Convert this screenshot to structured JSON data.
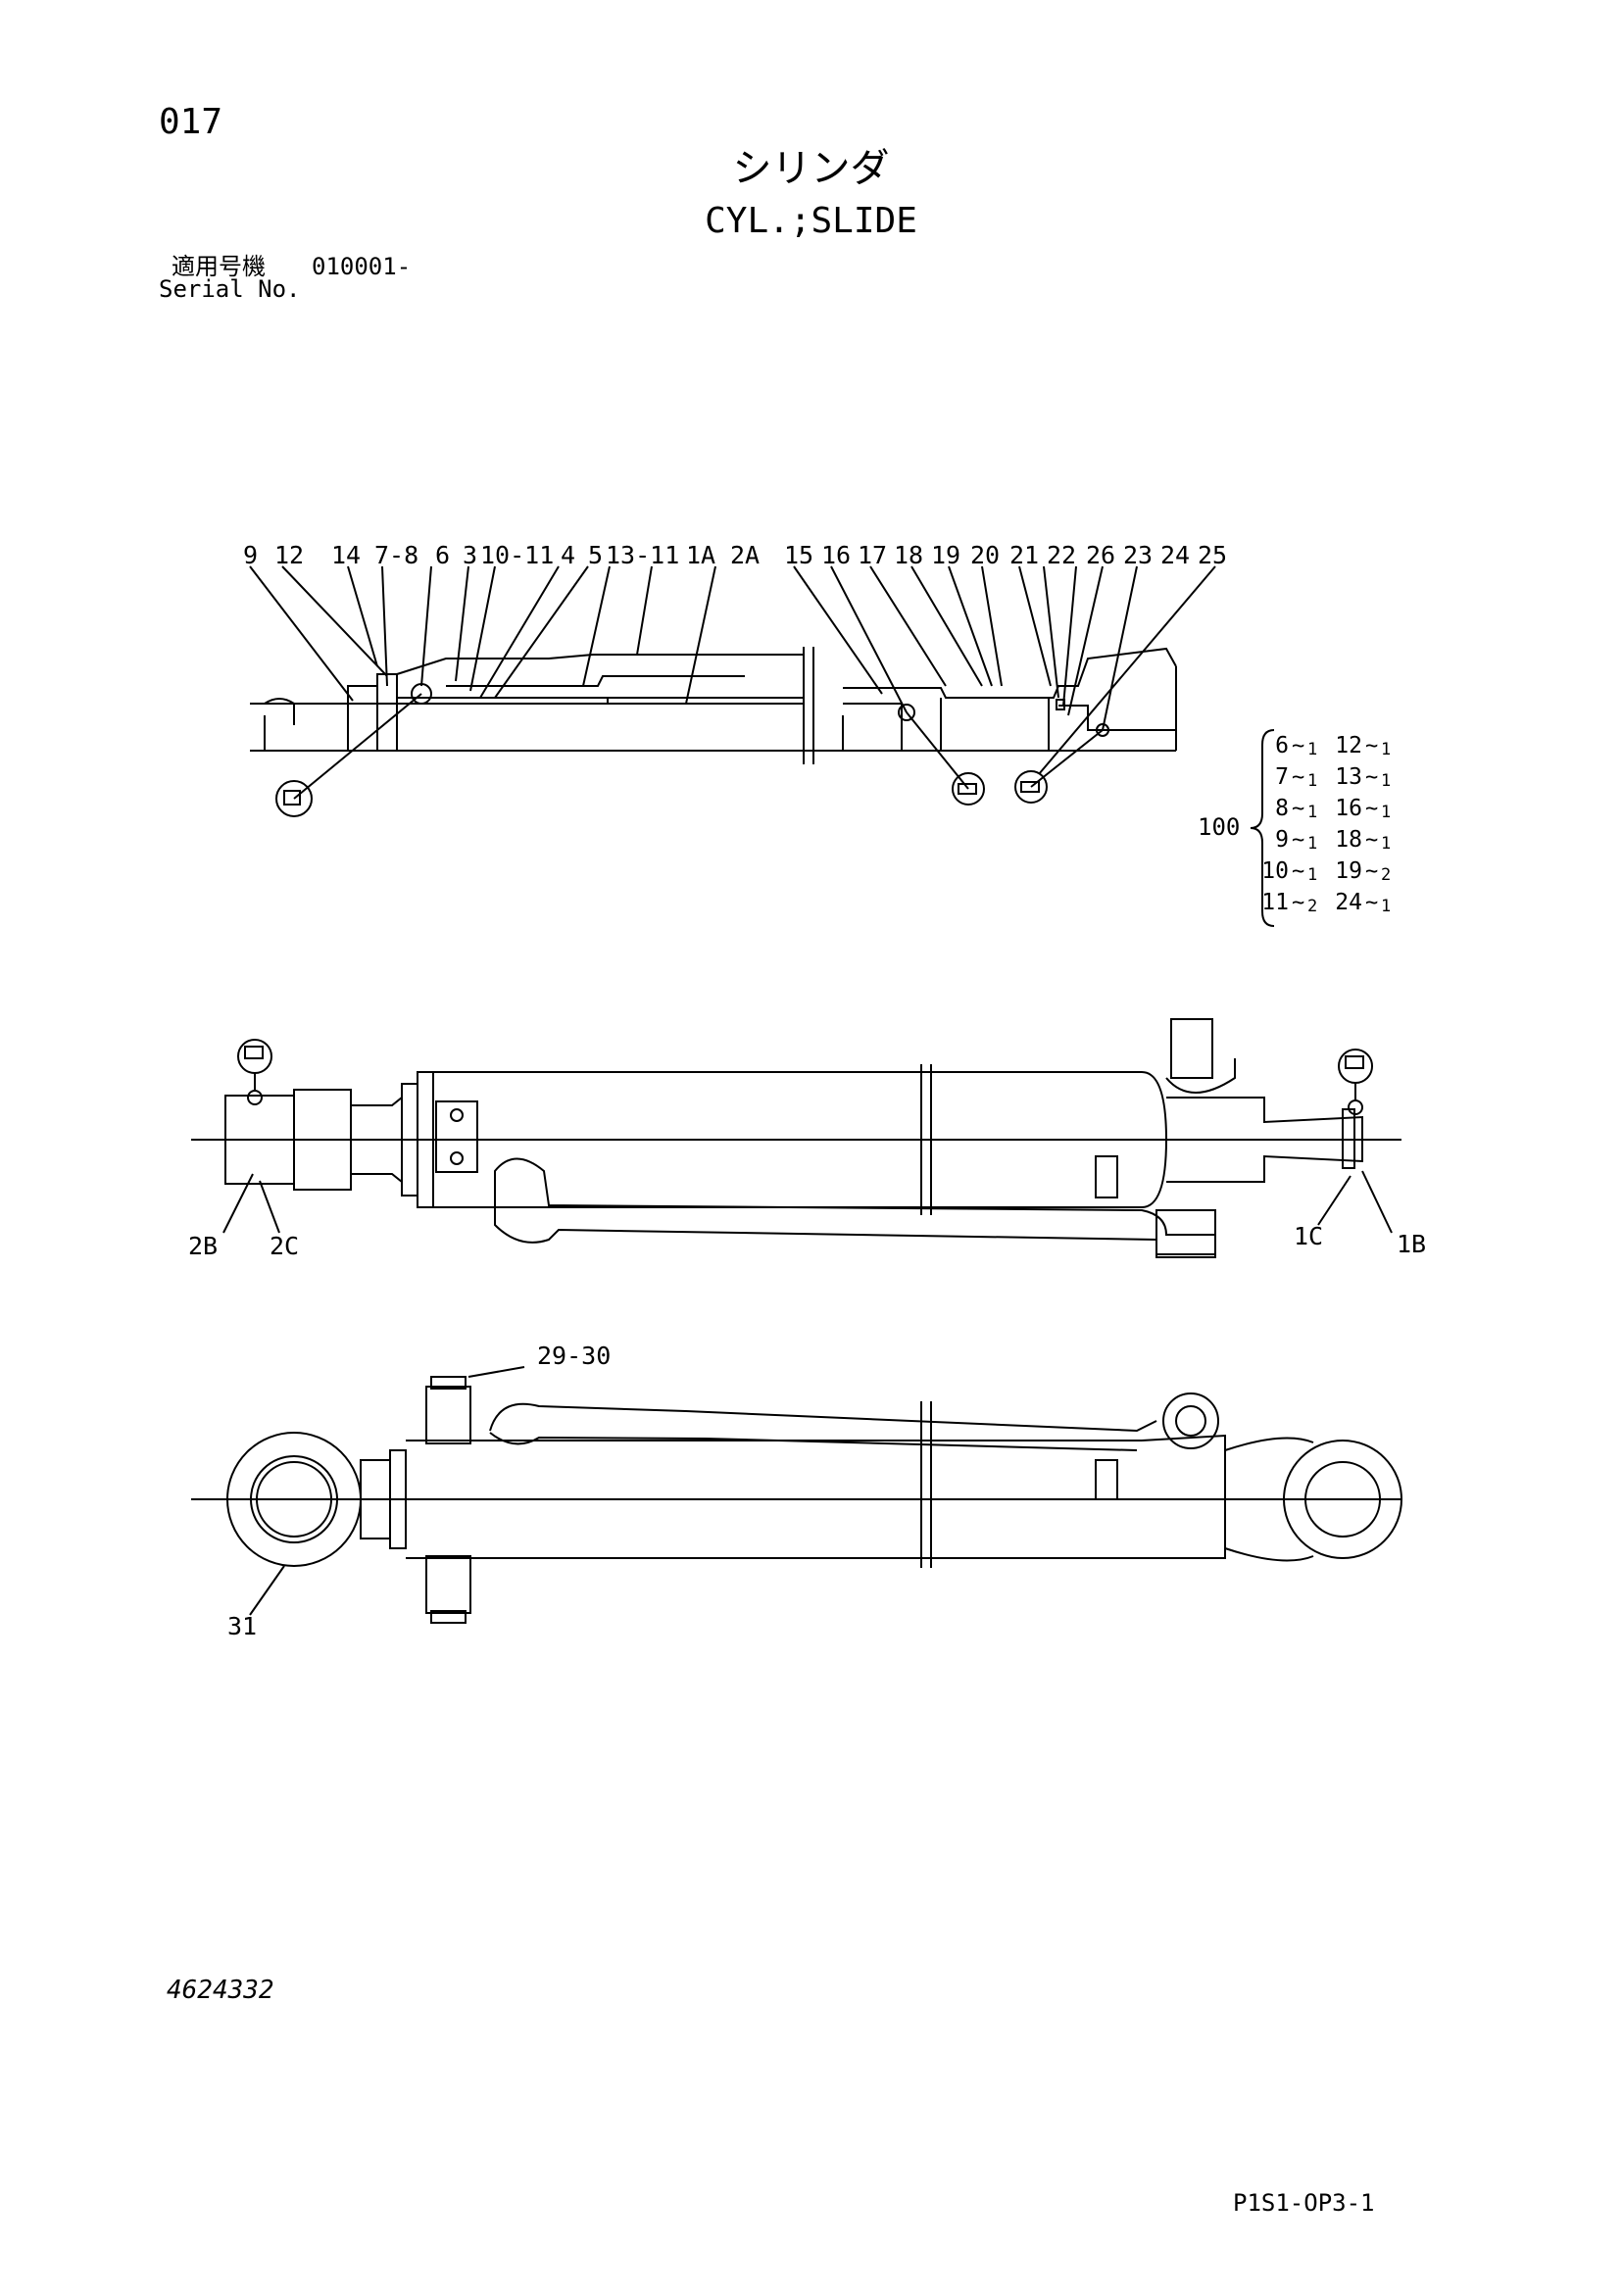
{
  "header": {
    "page_number": "017",
    "title_jp": "シリンダ",
    "title_en": "CYL.;SLIDE",
    "serial_label_jp": "適用号機",
    "serial_number": "010001-",
    "serial_label_en": "Serial No."
  },
  "section_callouts": [
    "9",
    "12",
    "14",
    "7-8",
    "6",
    "3",
    "10-11",
    "4",
    "5",
    "13-11",
    "1A",
    "2A",
    "15",
    "16",
    "17",
    "18",
    "19",
    "20",
    "21",
    "22",
    "26",
    "23",
    "24",
    "25"
  ],
  "kit": {
    "number": "100",
    "rows": [
      {
        "a": "6",
        "aq": "1",
        "b": "12",
        "bq": "1"
      },
      {
        "a": "7",
        "aq": "1",
        "b": "13",
        "bq": "1"
      },
      {
        "a": "8",
        "aq": "1",
        "b": "16",
        "bq": "1"
      },
      {
        "a": "9",
        "aq": "1",
        "b": "18",
        "bq": "1"
      },
      {
        "a": "10",
        "aq": "1",
        "b": "19",
        "bq": "2"
      },
      {
        "a": "11",
        "aq": "2",
        "b": "24",
        "bq": "1"
      }
    ]
  },
  "side_view_callouts": [
    "2B",
    "2C",
    "1C",
    "1B"
  ],
  "top_view_callouts": [
    "29-30",
    "31"
  ],
  "footer": {
    "doc_number": "4624332",
    "page_code": "P1S1-OP3-1"
  }
}
